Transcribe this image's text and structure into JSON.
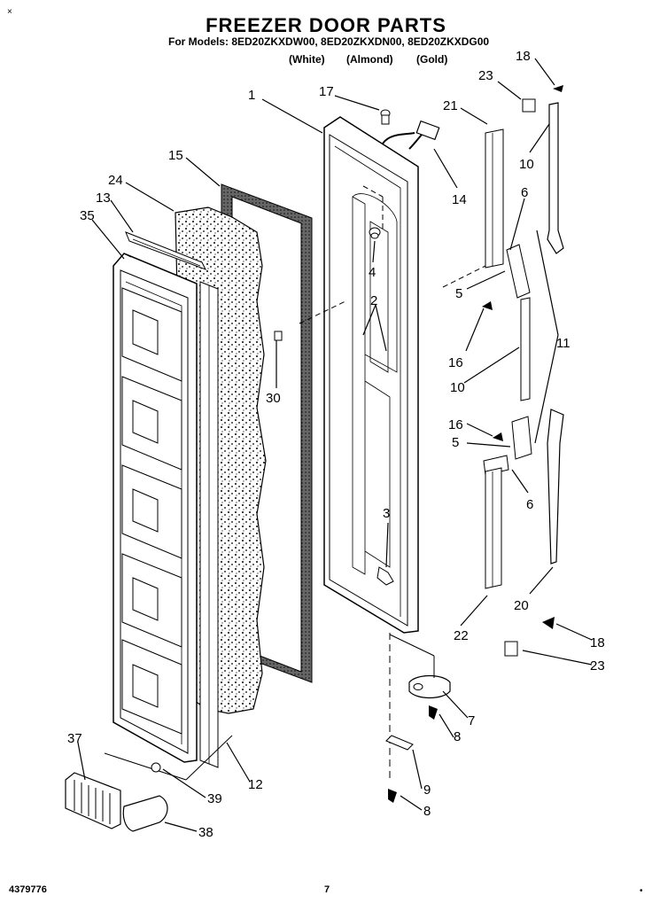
{
  "header": {
    "title": "FREEZER DOOR PARTS",
    "models_line": "For Models: 8ED20ZKXDW00, 8ED20ZKXDN00, 8ED20ZKXDG00",
    "colors": [
      "(White)",
      "(Almond)",
      "(Gold)"
    ]
  },
  "footer": {
    "doc_number": "4379776",
    "page_number": "7"
  },
  "callouts": [
    "1",
    "17",
    "21",
    "23",
    "18",
    "15",
    "24",
    "13",
    "35",
    "14",
    "10",
    "6",
    "4",
    "2",
    "5",
    "11",
    "16",
    "10",
    "30",
    "16",
    "5",
    "6",
    "3",
    "20",
    "22",
    "18",
    "23",
    "7",
    "8",
    "37",
    "12",
    "39",
    "9",
    "8",
    "38"
  ]
}
